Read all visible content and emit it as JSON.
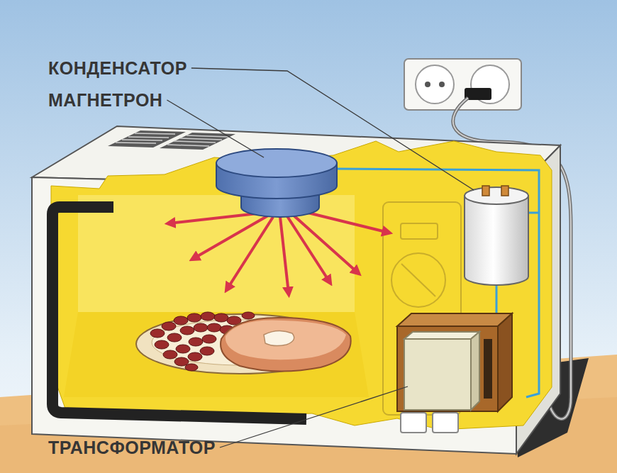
{
  "diagram": {
    "labels": [
      "КОНДЕНСАТОР",
      "МАГНЕТРОН",
      "ТРАНСФОРМАТОР"
    ]
  }
}
